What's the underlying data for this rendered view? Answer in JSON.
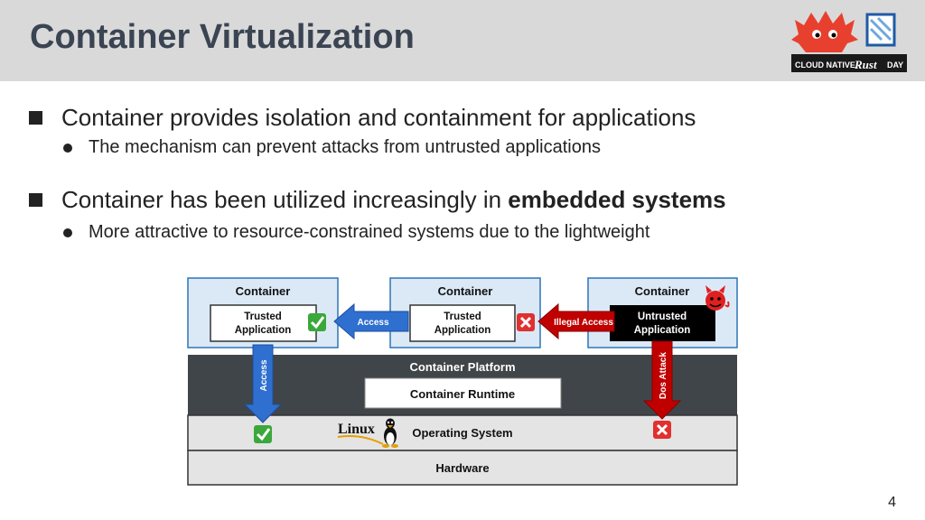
{
  "slide": {
    "title": "Container Virtualization",
    "page_number": "4",
    "logo": {
      "text_left": "CLOUD NATIVE",
      "text_mid": "Rust",
      "text_right": "DAY"
    }
  },
  "bullets": [
    {
      "text": "Container provides isolation and containment for applications",
      "sub": [
        "The mechanism can prevent attacks from untrusted applications"
      ]
    },
    {
      "text_plain": "Container has been utilized increasingly in ",
      "text_bold": "embedded systems",
      "sub": [
        "More attractive to resource-constrained systems due to the lightweight"
      ]
    }
  ],
  "diagram": {
    "containers": [
      {
        "label": "Container",
        "app": [
          "Trusted",
          "Application"
        ]
      },
      {
        "label": "Container",
        "app": [
          "Trusted",
          "Application"
        ]
      },
      {
        "label": "Container",
        "app": [
          "Untrusted",
          "Application"
        ]
      }
    ],
    "platform_label": "Container Platform",
    "runtime_label": "Container Runtime",
    "os_label": "Operating System",
    "linux_label": "Linux",
    "hardware_label": "Hardware",
    "arrows": {
      "access_horizontal": "Access",
      "illegal_access": "Illegal Access",
      "access_vertical": "Access",
      "dos_attack": "Dos Attack"
    },
    "colors": {
      "container_fill": "#dbe9f7",
      "container_border": "#2e75b6",
      "platform_fill": "#404549",
      "os_fill": "#e4e4e4",
      "access_blue": "#2f6fd0",
      "attack_red": "#c00000",
      "check_green": "#3aa83a"
    }
  }
}
